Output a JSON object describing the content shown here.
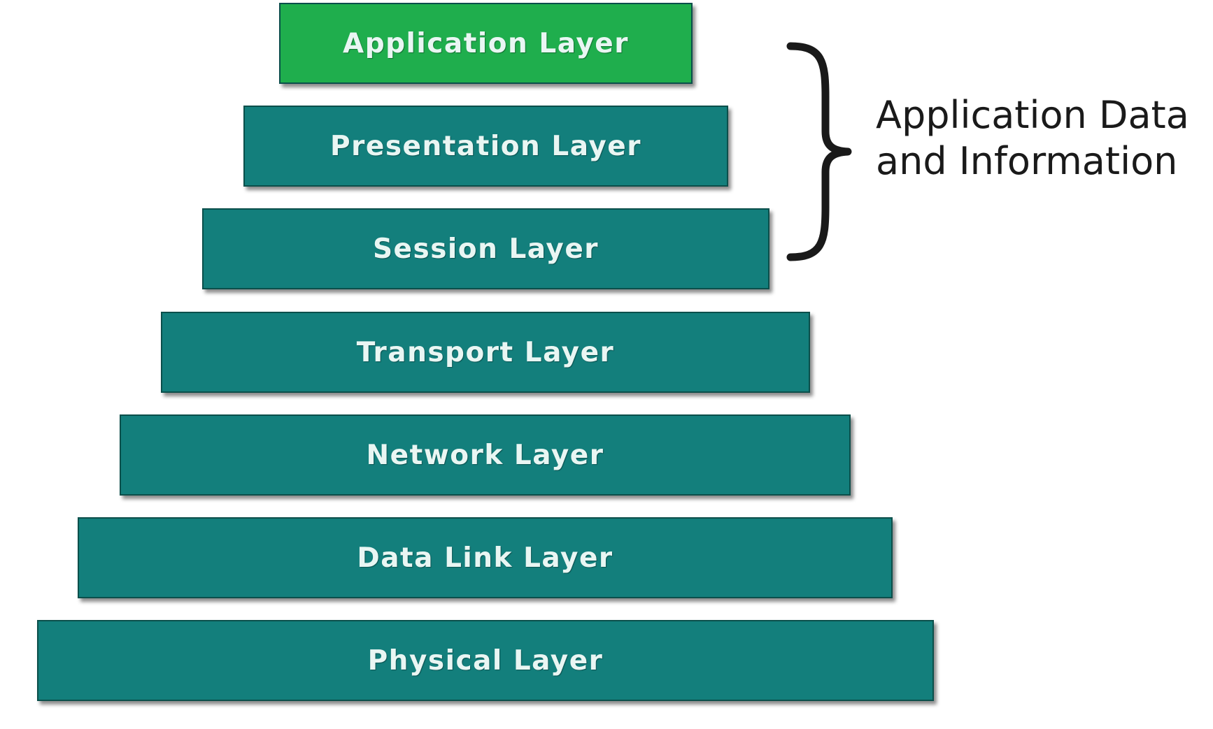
{
  "layers": [
    {
      "label": "Application Layer",
      "color": "#1fae4d"
    },
    {
      "label": "Presentation Layer",
      "color": "#137f7c"
    },
    {
      "label": "Session Layer",
      "color": "#137f7c"
    },
    {
      "label": "Transport Layer",
      "color": "#137f7c"
    },
    {
      "label": "Network Layer",
      "color": "#137f7c"
    },
    {
      "label": "Data Link Layer",
      "color": "#137f7c"
    },
    {
      "label": "Physical Layer",
      "color": "#137f7c"
    }
  ],
  "annotation": {
    "line1": "Application Data",
    "line2": "and Information"
  }
}
